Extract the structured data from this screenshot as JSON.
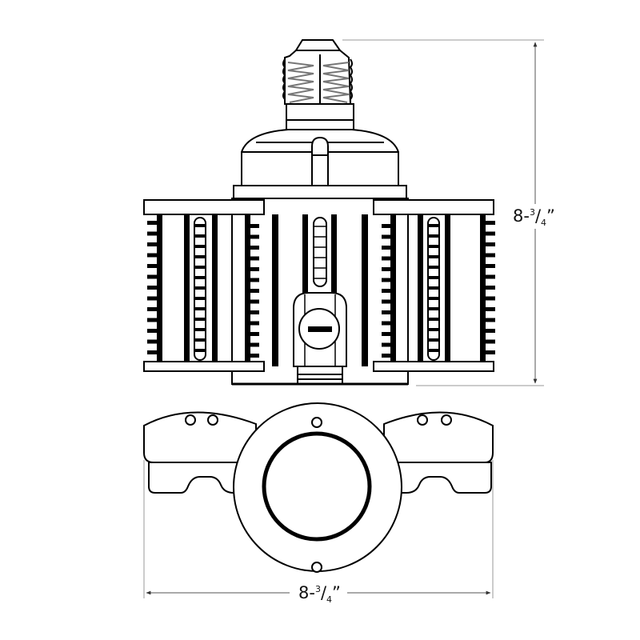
{
  "diagram": {
    "subject": "LED corn bulb with adjustable panels",
    "views": [
      "side-view",
      "bottom-view"
    ],
    "colors": {
      "line": "#000000",
      "dimension_line": "#555555",
      "background": "#ffffff"
    }
  },
  "dimensions": {
    "height": {
      "label_whole": "8-",
      "label_num": "3",
      "label_slash": "/",
      "label_den": "4",
      "label_unit": "”",
      "full_text": "8-3/4\""
    },
    "width": {
      "label_whole": "8-",
      "label_num": "3",
      "label_slash": "/",
      "label_den": "4",
      "label_unit": "”",
      "full_text": "8-3/4\""
    }
  }
}
